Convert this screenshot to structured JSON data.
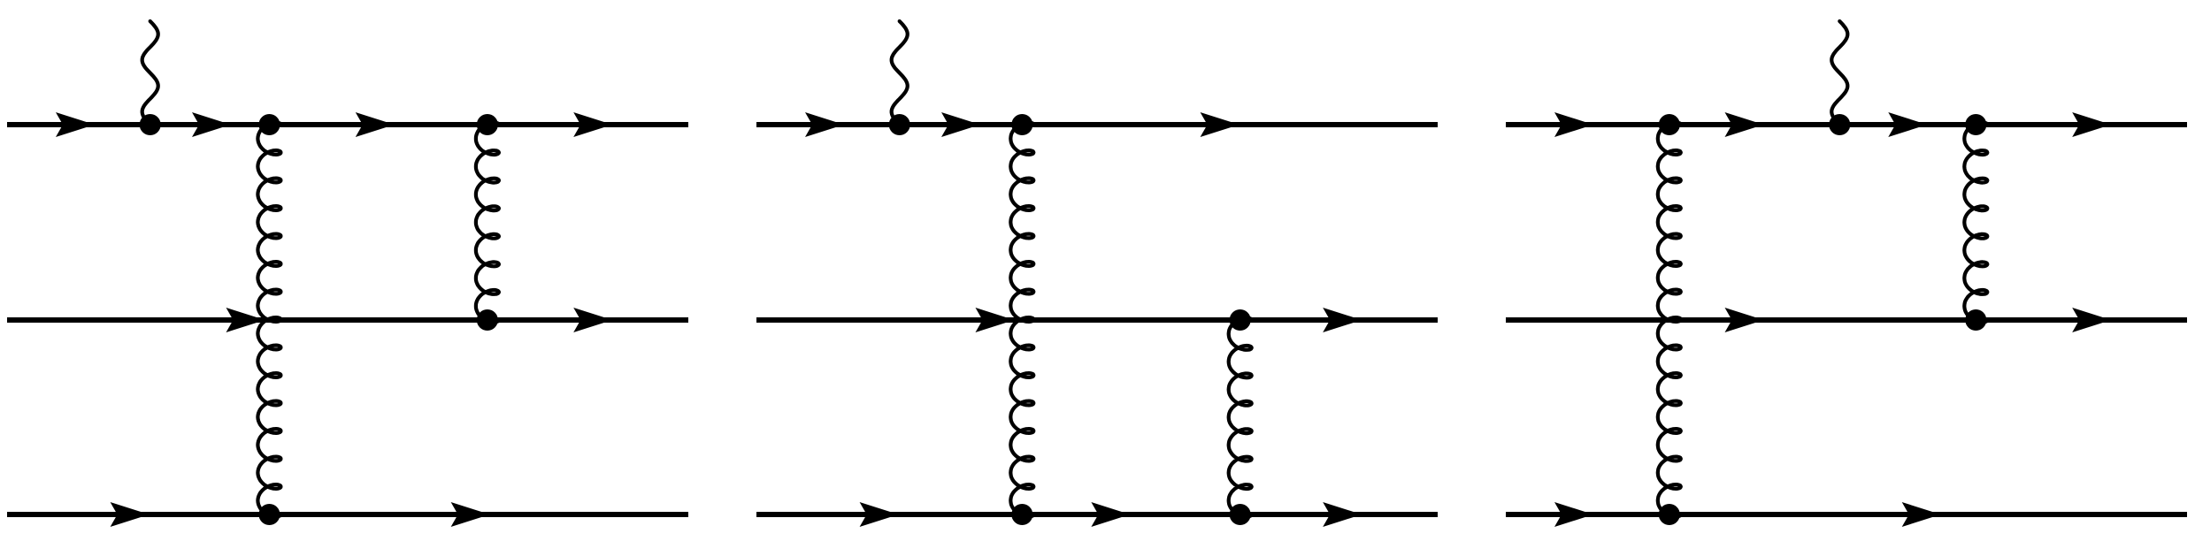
{
  "colors": {
    "line": "#000000",
    "background": "#ffffff"
  },
  "diagrams": [
    {
      "name": "diagram-1",
      "quark_lines": 3,
      "photon_vertices": [
        {
          "line": 0,
          "t": 0.21
        }
      ],
      "gluons": [
        {
          "from_line": 0,
          "to_line": 2,
          "t": 0.385
        },
        {
          "from_line": 0,
          "to_line": 1,
          "t": 0.705
        }
      ],
      "arrows": [
        {
          "line": 0,
          "t": [
            0.1,
            0.3,
            0.54,
            0.86
          ]
        },
        {
          "line": 1,
          "t": [
            0.35,
            0.86
          ]
        },
        {
          "line": 2,
          "t": [
            0.18,
            0.68
          ]
        }
      ]
    },
    {
      "name": "diagram-2",
      "quark_lines": 3,
      "photon_vertices": [
        {
          "line": 0,
          "t": 0.21
        }
      ],
      "gluons": [
        {
          "from_line": 0,
          "to_line": 2,
          "t": 0.39
        },
        {
          "from_line": 1,
          "to_line": 2,
          "t": 0.71
        }
      ],
      "arrows": [
        {
          "line": 0,
          "t": [
            0.1,
            0.3,
            0.68
          ]
        },
        {
          "line": 1,
          "t": [
            0.35,
            0.86
          ]
        },
        {
          "line": 2,
          "t": [
            0.18,
            0.52,
            0.86
          ]
        }
      ]
    },
    {
      "name": "diagram-3",
      "quark_lines": 3,
      "photon_vertices": [
        {
          "line": 0,
          "t": 0.49
        }
      ],
      "gluons": [
        {
          "from_line": 0,
          "to_line": 2,
          "t": 0.24
        },
        {
          "from_line": 0,
          "to_line": 1,
          "t": 0.69
        }
      ],
      "arrows": [
        {
          "line": 0,
          "t": [
            0.1,
            0.35,
            0.59,
            0.86
          ]
        },
        {
          "line": 1,
          "t": [
            0.35,
            0.86
          ]
        },
        {
          "line": 2,
          "t": [
            0.1,
            0.61
          ]
        }
      ]
    }
  ]
}
